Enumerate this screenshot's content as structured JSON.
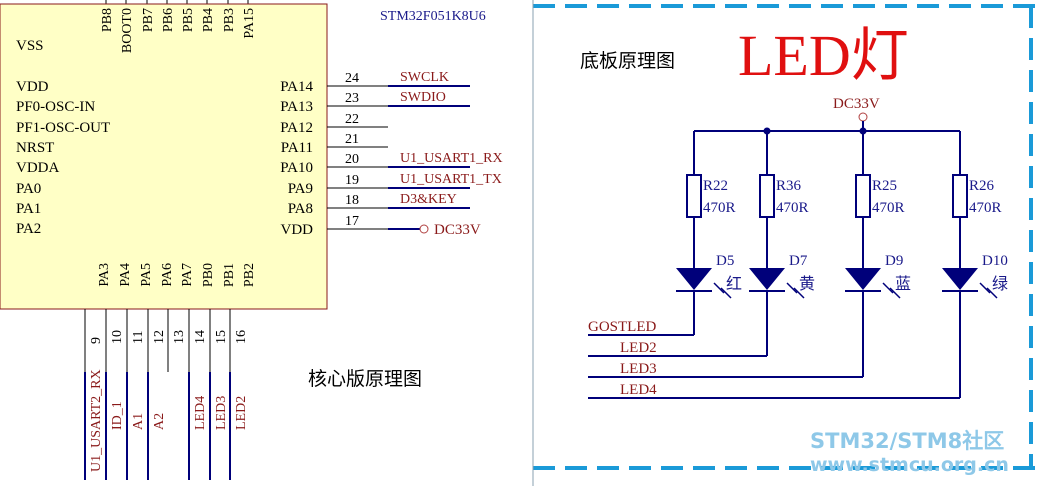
{
  "core_board": {
    "chip_name": "STM32F051K8U6",
    "caption": "核心版原理图",
    "top_pins": [
      "PB8",
      "BOOT0",
      "PB7",
      "PB6",
      "PB5",
      "PB4",
      "PB3",
      "PA15"
    ],
    "left_pins": [
      "VSS",
      "VDD",
      "PF0-OSC-IN",
      "PF1-OSC-OUT",
      "NRST",
      "VDDA",
      "PA0",
      "PA1",
      "PA2"
    ],
    "right_pins": [
      {
        "name": "PA14",
        "num": "24",
        "net": "SWCLK"
      },
      {
        "name": "PA13",
        "num": "23",
        "net": "SWDIO"
      },
      {
        "name": "PA12",
        "num": "22",
        "net": ""
      },
      {
        "name": "PA11",
        "num": "21",
        "net": ""
      },
      {
        "name": "PA10",
        "num": "20",
        "net": "U1_USART1_RX"
      },
      {
        "name": "PA9",
        "num": "19",
        "net": "U1_USART1_TX"
      },
      {
        "name": "PA8",
        "num": "18",
        "net": "D3&KEY"
      },
      {
        "name": "VDD",
        "num": "17",
        "net": "DC33V"
      }
    ],
    "bottom_pins": [
      {
        "name": "PA3",
        "num": "9",
        "net": "U1_USART2_RX"
      },
      {
        "name": "PA4",
        "num": "10",
        "net": "ID_1"
      },
      {
        "name": "PA5",
        "num": "11",
        "net": "A1"
      },
      {
        "name": "PA6",
        "num": "12",
        "net": "A2"
      },
      {
        "name": "PA7",
        "num": "13",
        "net": ""
      },
      {
        "name": "PB0",
        "num": "14",
        "net": "LED4"
      },
      {
        "name": "PB1",
        "num": "15",
        "net": "LED3"
      },
      {
        "name": "PB2",
        "num": "16",
        "net": "LED2"
      }
    ]
  },
  "base_board": {
    "caption": "底板原理图",
    "title": "LED灯",
    "power_net": "DC33V",
    "channels": [
      {
        "resistor": "R22",
        "value": "470R",
        "led": "D5",
        "color": "红",
        "net": "GOSTLED"
      },
      {
        "resistor": "R36",
        "value": "470R",
        "led": "D7",
        "color": "黄",
        "net": "LED2"
      },
      {
        "resistor": "R25",
        "value": "470R",
        "led": "D9",
        "color": "蓝",
        "net": "LED3"
      },
      {
        "resistor": "R26",
        "value": "470R",
        "led": "D10",
        "color": "绿",
        "net": "LED4"
      }
    ]
  },
  "watermark": {
    "line1": "STM32/STM8社区",
    "line2": "www.stmcu.org.cn"
  },
  "colors": {
    "chip_fill": "#ffffc6",
    "chip_border": "#8a1a1a",
    "pin_text": "#000000",
    "net_text": "#8a1a1a",
    "wire": "#00007a",
    "pin_stub": "#000000",
    "blue_text": "#1a1a8a",
    "title_red": "#e01010",
    "dash_border": "#1a9ad8",
    "watermark": "#8ec8e8"
  }
}
